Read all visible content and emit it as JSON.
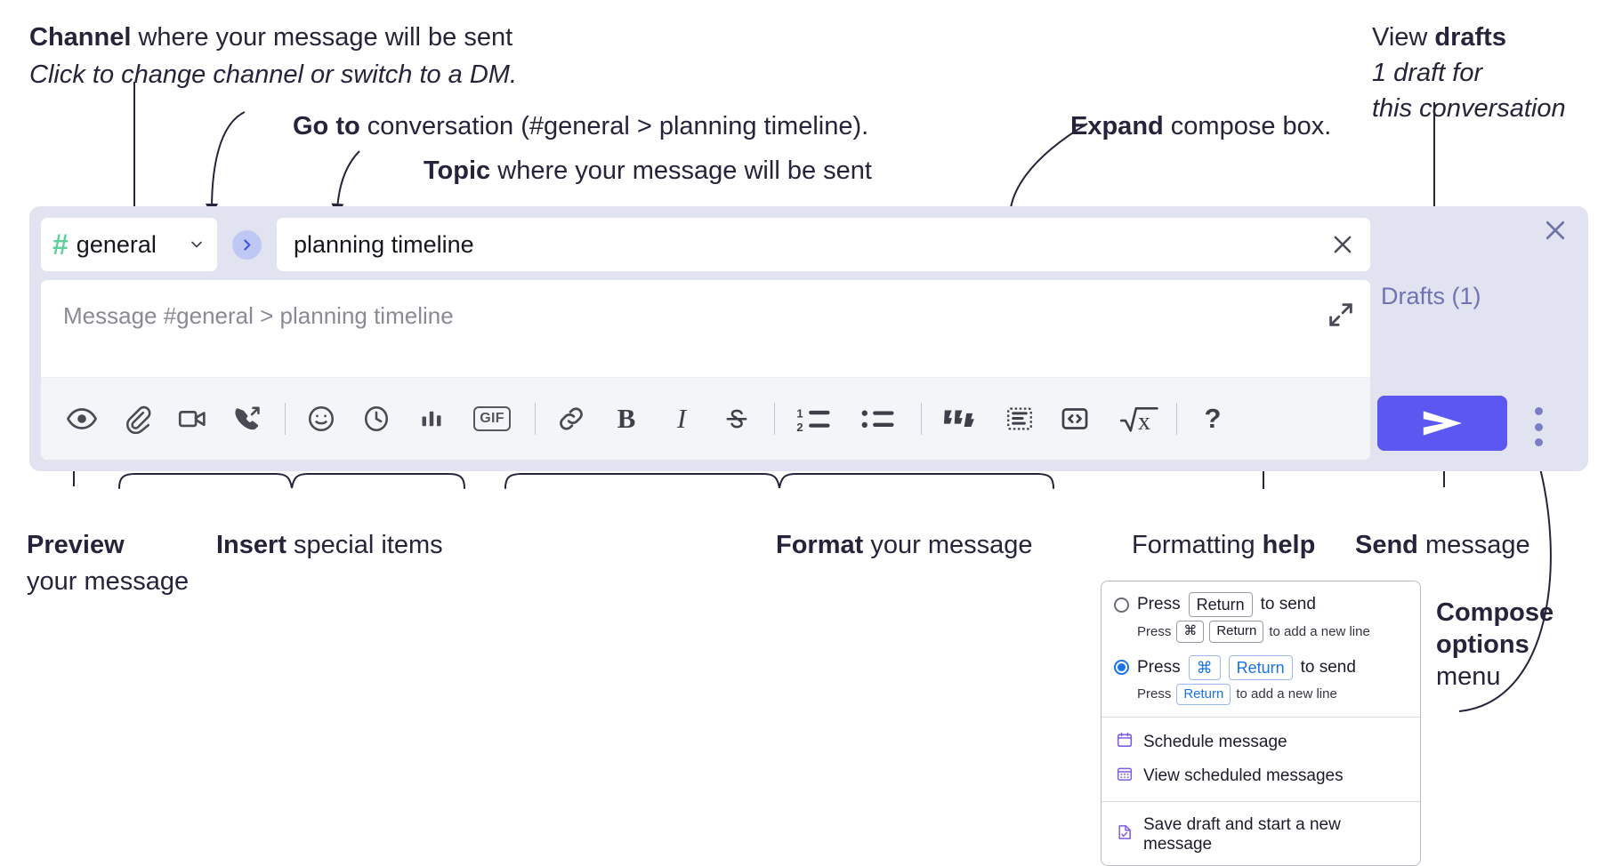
{
  "annotations": {
    "channel": {
      "line1_bold": "Channel",
      "line1_rest": " where your message will be sent",
      "line2": "Click to change channel or switch to a DM."
    },
    "goto": {
      "bold": "Go to",
      "rest": " conversation (#general > planning timeline)."
    },
    "topic": {
      "bold": "Topic",
      "rest": " where your message will be sent"
    },
    "expand": {
      "bold": "Expand",
      "rest": " compose box."
    },
    "drafts": {
      "bold_lead": "View ",
      "bold": "drafts",
      "line2": "1 draft for",
      "line3": "this conversation"
    },
    "preview": {
      "bold": "Preview",
      "line2": "your message"
    },
    "insert": {
      "bold": "Insert",
      "rest": " special items"
    },
    "format": {
      "bold": "Format",
      "rest": " your message"
    },
    "formatting_help": {
      "rest": "Formatting ",
      "bold": "help"
    },
    "send": {
      "bold": "Send",
      "rest": " message"
    },
    "compose_options": {
      "bold1": "Compose",
      "bold2": "options",
      "rest": "menu"
    }
  },
  "compose": {
    "channel_name": "general",
    "hash_symbol": "#",
    "topic_value": "planning timeline",
    "message_placeholder": "Message #general > planning timeline",
    "drafts_label": "Drafts (1)",
    "toolbar": [
      {
        "name": "preview-icon",
        "title": "Preview"
      },
      {
        "name": "attachment-icon",
        "title": "Attach file"
      },
      {
        "name": "video-icon",
        "title": "Record video clip"
      },
      {
        "name": "call-icon",
        "title": "Start call"
      },
      {
        "name": "emoji-icon",
        "title": "Emoji"
      },
      {
        "name": "clock-icon",
        "title": "Reminder"
      },
      {
        "name": "poll-icon",
        "title": "Poll"
      },
      {
        "name": "gif-icon",
        "title": "GIF"
      },
      {
        "name": "link-icon",
        "title": "Link"
      },
      {
        "name": "bold-icon",
        "title": "Bold"
      },
      {
        "name": "italic-icon",
        "title": "Italic"
      },
      {
        "name": "strikethrough-icon",
        "title": "Strikethrough"
      },
      {
        "name": "ordered-list-icon",
        "title": "Ordered list"
      },
      {
        "name": "bulleted-list-icon",
        "title": "Bulleted list"
      },
      {
        "name": "blockquote-icon",
        "title": "Blockquote"
      },
      {
        "name": "code-block-icon",
        "title": "Code block"
      },
      {
        "name": "code-icon",
        "title": "Code"
      },
      {
        "name": "math-icon",
        "title": "Math"
      },
      {
        "name": "help-icon",
        "title": "Formatting help"
      }
    ],
    "gif_label": "GIF",
    "bold_label": "B",
    "italic_label": "I",
    "help_label": "?",
    "math_label": "x"
  },
  "dropdown": {
    "options": [
      {
        "selected": false,
        "main_pre": "Press",
        "main_key": "Return",
        "main_post": "to send",
        "sub_pre": "Press",
        "sub_key1": "⌘",
        "sub_key2": "Return",
        "sub_post": "to add a new line"
      },
      {
        "selected": true,
        "main_pre": "Press",
        "main_key1": "⌘",
        "main_key2": "Return",
        "main_post": "to send",
        "sub_pre": "Press",
        "sub_key": "Return",
        "sub_post": "to add a new line"
      }
    ],
    "items": [
      {
        "label": "Schedule message",
        "icon": "calendar-icon"
      },
      {
        "label": "View scheduled messages",
        "icon": "calendar-grid-icon"
      },
      {
        "label": "Save draft and start a new message",
        "icon": "document-check-icon"
      }
    ]
  },
  "colors": {
    "panel_bg": "#e1e4f0",
    "send_button": "#5b57f0",
    "hash_green": "#5ed09a",
    "drafts_text": "#6f73b4",
    "accent_blue": "#1a73e8"
  }
}
